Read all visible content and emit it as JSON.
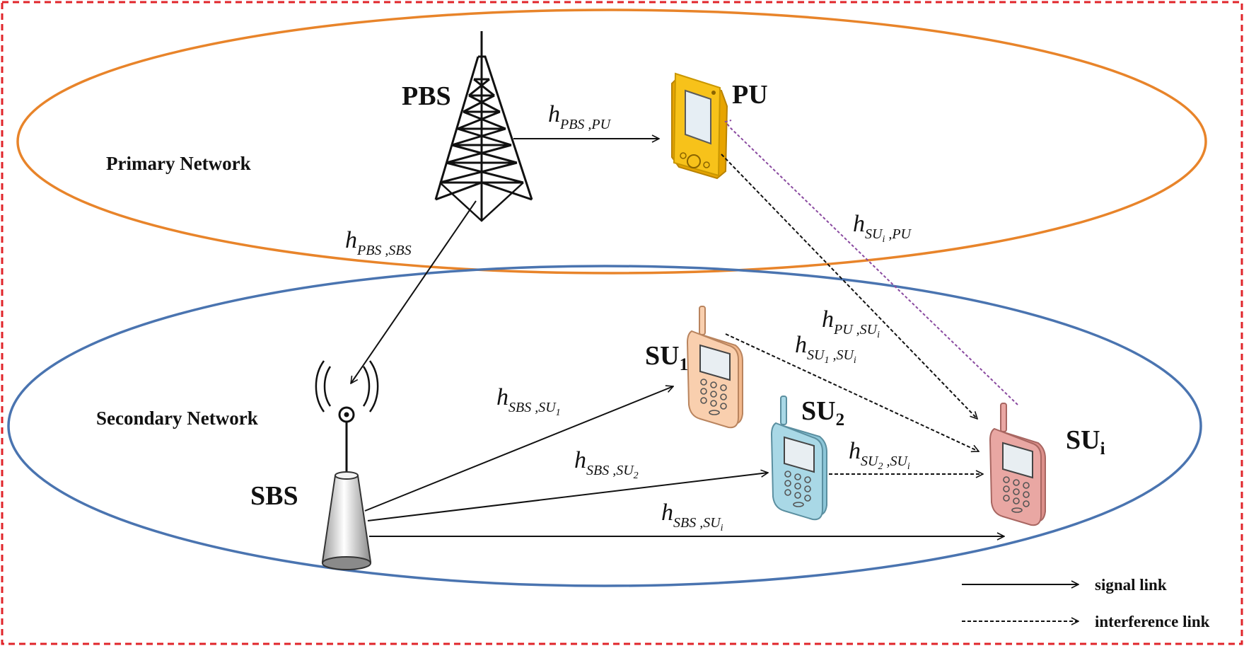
{
  "networks": {
    "primary": {
      "label": "Primary Network",
      "color": "#e8842a"
    },
    "secondary": {
      "label": "Secondary Network",
      "color": "#4a74b0"
    }
  },
  "nodes": {
    "pbs": {
      "label": "PBS",
      "icon": "tower-icon"
    },
    "pu": {
      "label": "PU",
      "icon": "pda-icon",
      "color": "#f7c21a"
    },
    "sbs": {
      "label": "SBS",
      "icon": "base-station-icon"
    },
    "su1": {
      "label": "SU",
      "sub": "1",
      "icon": "phone-icon",
      "color": "#f9cfae"
    },
    "su2": {
      "label": "SU",
      "sub": "2",
      "icon": "phone-icon",
      "color": "#a9d8e6"
    },
    "sui": {
      "label": "SU",
      "sub": "i",
      "icon": "phone-icon",
      "color": "#e9a7a3"
    }
  },
  "links": {
    "pbs_pu": {
      "h": "h",
      "sub": "PBS ,PU"
    },
    "pbs_sbs": {
      "h": "h",
      "sub": "PBS ,SBS"
    },
    "sui_pu": {
      "h": "h",
      "sub_a": "SU",
      "sub_a_sub": "i",
      "sub_b": " ,PU"
    },
    "pu_sui": {
      "h": "h",
      "sub_a": "PU ,SU",
      "sub_a_sub": "i"
    },
    "su1_sui": {
      "h": "h",
      "sub_a": "SU",
      "sub_a_sub": "1",
      "sub_b": " ,SU",
      "sub_b_sub": "i"
    },
    "sbs_su1": {
      "h": "h",
      "sub_a": "SBS ,SU",
      "sub_a_sub": "1"
    },
    "sbs_su2": {
      "h": "h",
      "sub_a": "SBS ,SU",
      "sub_a_sub": "2"
    },
    "su2_sui": {
      "h": "h",
      "sub_a": "SU",
      "sub_a_sub": "2",
      "sub_b": " ,SU",
      "sub_b_sub": "i"
    },
    "sbs_sui": {
      "h": "h",
      "sub_a": "SBS ,SU",
      "sub_a_sub": "i"
    }
  },
  "legend": {
    "signal": "signal link",
    "interference": "interference link"
  },
  "colors": {
    "frame": "#e0242a",
    "interference_purple": "#8a4aa0"
  }
}
